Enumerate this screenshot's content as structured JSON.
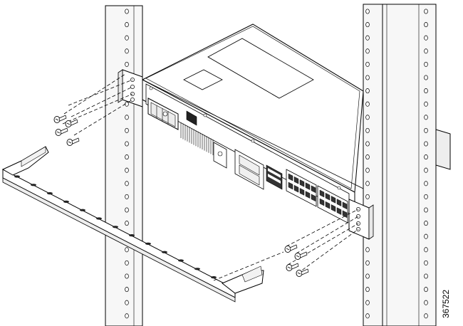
{
  "figure_number": "367522",
  "colors": {
    "line": "#000000",
    "background": "#ffffff",
    "rail_fill": "#f5f5f5"
  },
  "parts": {
    "rack_rail_left": {
      "icon": "rack-rail",
      "hole_count": 24
    },
    "rack_rail_right": {
      "icon": "rack-rail",
      "hole_count": 24
    },
    "chassis": {
      "icon": "network-router-chassis",
      "fan_tray": "fan-tray-icon",
      "port_groups": 2
    },
    "rack_mount_bracket_left": {
      "icon": "rack-ear-bracket"
    },
    "rack_mount_bracket_right": {
      "icon": "rack-ear-bracket"
    },
    "cable_management_bracket": {
      "icon": "cable-guide-bracket"
    },
    "screws_left": {
      "icon": "screw-icon",
      "count": 4
    },
    "screws_right": {
      "icon": "screw-icon",
      "count": 4
    }
  }
}
